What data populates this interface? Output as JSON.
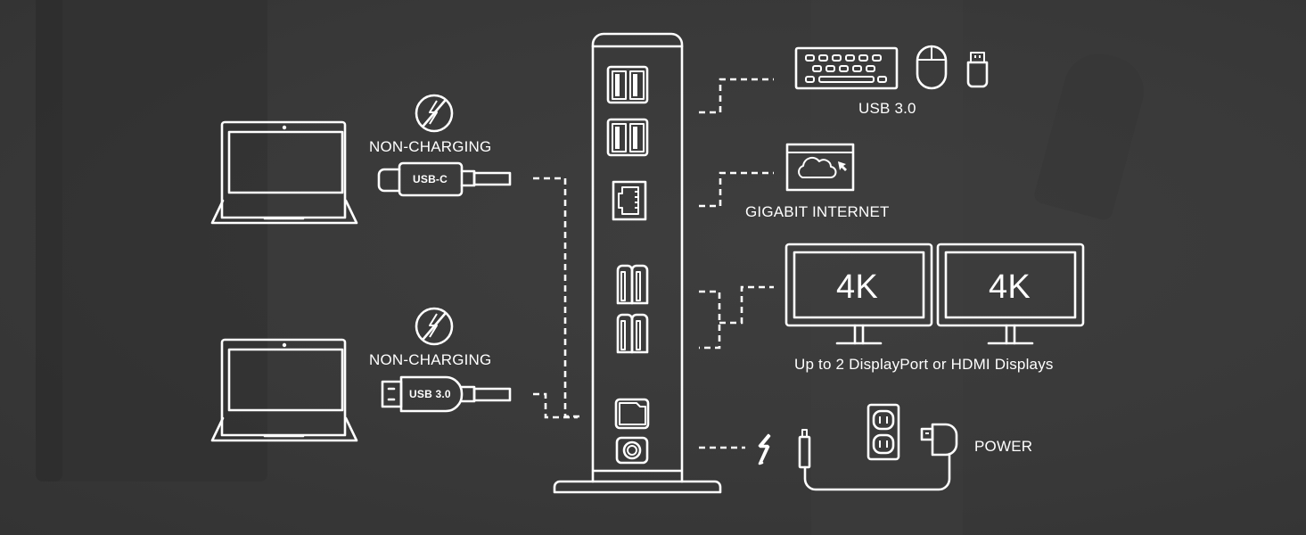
{
  "diagram": {
    "title": "Docking station connectivity diagram",
    "colors": {
      "background": "#3a3a3a",
      "line": "#ffffff"
    },
    "hosts": [
      {
        "device": "laptop",
        "charging_label": "NON-CHARGING",
        "charging_icon": "no-charging-icon",
        "connector_label": "USB-C"
      },
      {
        "device": "laptop",
        "charging_label": "NON-CHARGING",
        "charging_icon": "no-charging-icon",
        "connector_label": "USB 3.0"
      }
    ],
    "dock": {
      "ports": [
        "usb-a-pair",
        "usb-a-pair",
        "ethernet",
        "displayport-hdmi-pair",
        "displayport-hdmi-pair",
        "usb-upstream",
        "dc-power-jack"
      ]
    },
    "outputs": {
      "usb": {
        "label": "USB 3.0",
        "icons": [
          "keyboard-icon",
          "mouse-icon",
          "usb-flash-drive-icon"
        ]
      },
      "network": {
        "label": "GIGABIT INTERNET",
        "icons": [
          "browser-cloud-icon"
        ]
      },
      "displays": {
        "monitors": [
          {
            "label": "4K"
          },
          {
            "label": "4K"
          }
        ],
        "caption": "Up to 2 DisplayPort or HDMI Displays"
      },
      "power": {
        "label": "POWER",
        "icons": [
          "lightning-icon",
          "dc-plug-icon",
          "wall-outlet-icon",
          "power-adapter-icon"
        ]
      }
    }
  }
}
